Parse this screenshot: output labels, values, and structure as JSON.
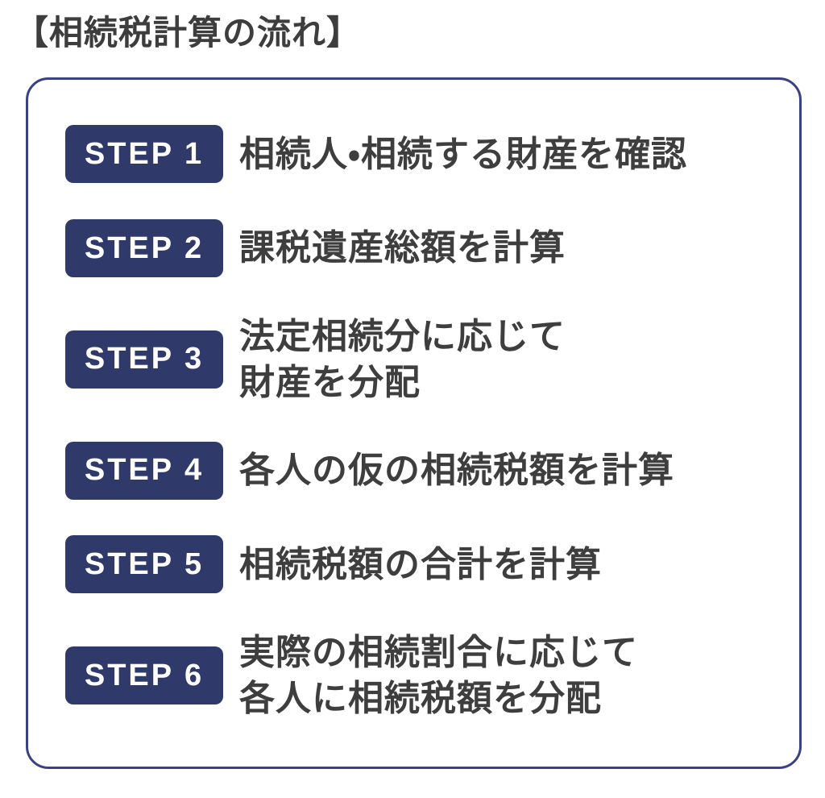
{
  "page": {
    "title": "【相続税計算の流れ】"
  },
  "colors": {
    "badge_background": "#2f3a6a",
    "container_border": "#3a4184",
    "badge_text": "#ffffff",
    "body_text": "#3e3e3e",
    "background": "#ffffff"
  },
  "steps": [
    {
      "badge": "STEP 1",
      "lines": [
        "相続人・相続する財産を確認"
      ]
    },
    {
      "badge": "STEP 2",
      "lines": [
        "課税遺産総額を計算"
      ]
    },
    {
      "badge": "STEP 3",
      "lines": [
        "法定相続分に応じて",
        "財産を分配"
      ]
    },
    {
      "badge": "STEP 4",
      "lines": [
        "各人の仮の相続税額を計算"
      ]
    },
    {
      "badge": "STEP 5",
      "lines": [
        "相続税額の合計を計算"
      ]
    },
    {
      "badge": "STEP 6",
      "lines": [
        "実際の相続割合に応じて",
        "各人に相続税額を分配"
      ]
    }
  ]
}
